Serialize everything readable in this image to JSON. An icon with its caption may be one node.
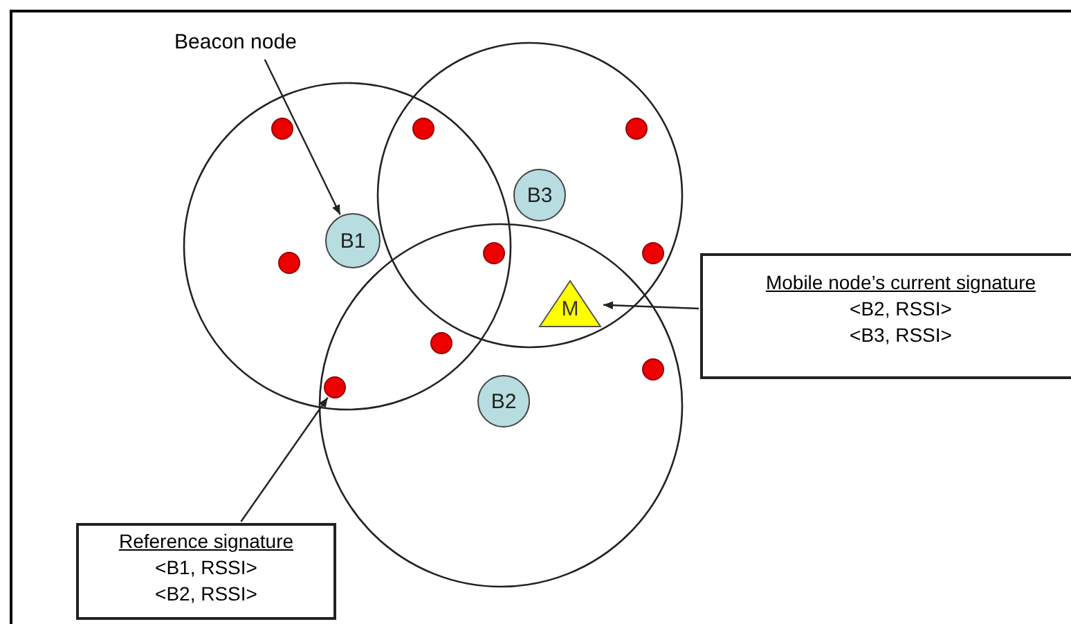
{
  "diagram": {
    "nodes": [
      {
        "text": [
          "Beacon node"
        ]
      },
      {
        "text": [
          "B1"
        ]
      },
      {
        "text": [
          "B3"
        ]
      },
      {
        "text": [
          "B2"
        ]
      },
      {
        "text": [
          "M"
        ]
      },
      {
        "text": [
          "Mobile node’s current signature",
          "<B2, RSSI>",
          "<B3, RSSI>"
        ]
      },
      {
        "text": [
          "Reference signature",
          "<B1, RSSI>",
          "<B2, RSSI>"
        ]
      },
      {
        "text": [],
        "shape": "circle"
      },
      {
        "text": [],
        "shape": "circle"
      },
      {
        "text": [],
        "shape": "circle"
      },
      {
        "text": [],
        "shape": "circle"
      },
      {
        "text": [],
        "shape": "circle"
      },
      {
        "text": [],
        "shape": "circle"
      },
      {
        "text": [],
        "shape": "circle"
      },
      {
        "text": [],
        "shape": "circle"
      },
      {
        "text": [],
        "shape": "circle"
      }
    ],
    "edges": [
      {
        "from": 0,
        "to": 1,
        "arrow": "to"
      },
      {
        "from": 5,
        "to": 4,
        "arrow": "to"
      },
      {
        "from": 6,
        "to": 14,
        "arrow": "to"
      }
    ]
  }
}
